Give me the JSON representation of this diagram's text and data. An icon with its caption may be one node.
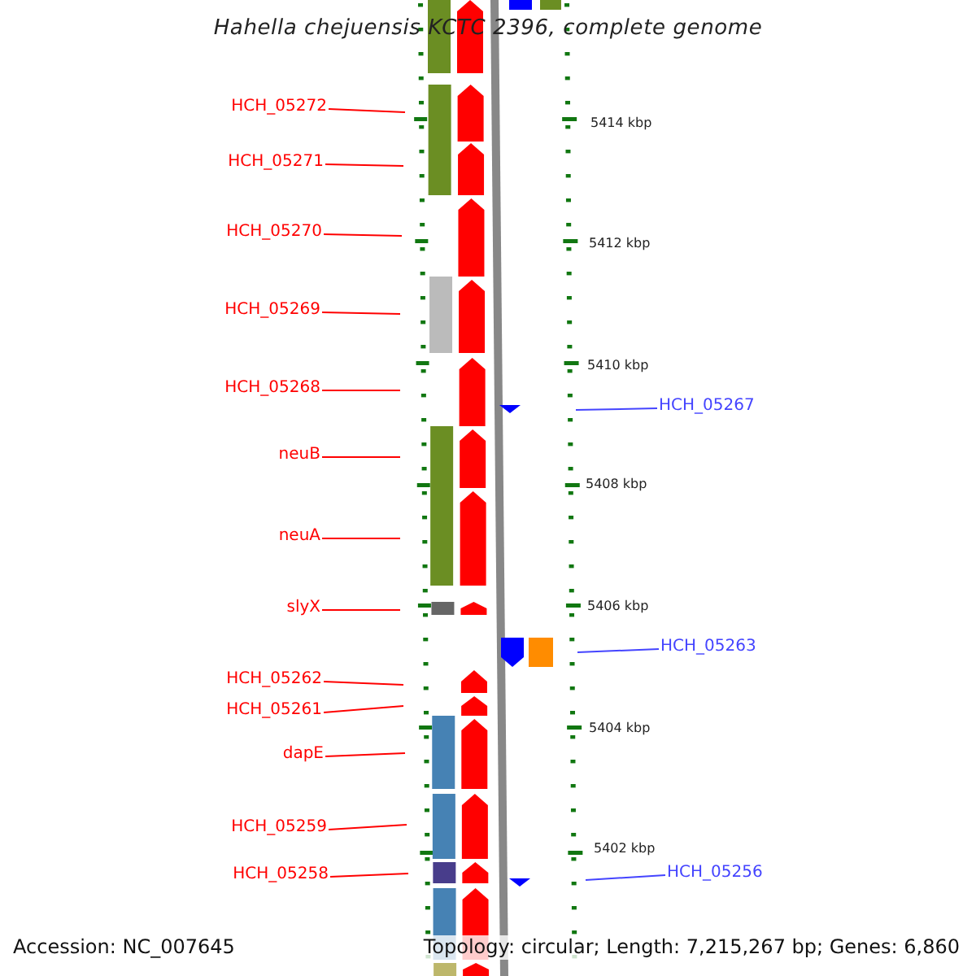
{
  "diagram": {
    "title": "Hahella chejuensis KCTC 2396, complete genome",
    "nodes": [
      {
        "text": [
          "HCH_05272"
        ]
      },
      {
        "text": [
          "HCH_05271"
        ]
      },
      {
        "text": [
          "HCH_05270"
        ]
      },
      {
        "text": [
          "HCH_05269"
        ]
      },
      {
        "text": [
          "HCH_05268"
        ]
      },
      {
        "text": [
          "HCH_05267"
        ]
      },
      {
        "text": [
          "neuB"
        ]
      },
      {
        "text": [
          "neuA"
        ]
      },
      {
        "text": [
          "slyX"
        ]
      },
      {
        "text": [
          "HCH_05263"
        ]
      },
      {
        "text": [
          "HCH_05262"
        ]
      },
      {
        "text": [
          "HCH_05261"
        ]
      },
      {
        "text": [
          "dapE"
        ]
      },
      {
        "text": [
          "HCH_05259"
        ]
      },
      {
        "text": [
          "HCH_05258"
        ]
      },
      {
        "text": [
          "HCH_05256"
        ]
      }
    ],
    "edges": [
      {
        "from": 0,
        "to": null,
        "arrow": "none"
      },
      {
        "from": 1,
        "to": null,
        "arrow": "none"
      },
      {
        "from": 2,
        "to": null,
        "arrow": "none"
      },
      {
        "from": 3,
        "to": null,
        "arrow": "none"
      },
      {
        "from": 4,
        "to": null,
        "arrow": "none"
      },
      {
        "from": 5,
        "to": null,
        "arrow": "none",
        "color": "#4444ff"
      },
      {
        "from": 6,
        "to": null,
        "arrow": "none"
      },
      {
        "from": 7,
        "to": null,
        "arrow": "none"
      },
      {
        "from": 8,
        "to": null,
        "arrow": "none"
      },
      {
        "from": 9,
        "to": null,
        "arrow": "none",
        "color": "#4444ff"
      },
      {
        "from": 10,
        "to": null,
        "arrow": "none"
      },
      {
        "from": 11,
        "to": null,
        "arrow": "none"
      },
      {
        "from": 12,
        "to": null,
        "arrow": "none"
      },
      {
        "from": 13,
        "to": null,
        "arrow": "none"
      },
      {
        "from": 14,
        "to": null,
        "arrow": "none"
      },
      {
        "from": 15,
        "to": null,
        "arrow": "none",
        "color": "#4444ff"
      }
    ],
    "labels": [
      "5414 kbp",
      "5412 kbp",
      "5410 kbp",
      "5408 kbp",
      "5406 kbp",
      "5404 kbp",
      "5402 kbp",
      "Accession: NC_007645",
      "Topology: circular; Length: 7,215,267 bp; Genes: 6,860"
    ]
  }
}
